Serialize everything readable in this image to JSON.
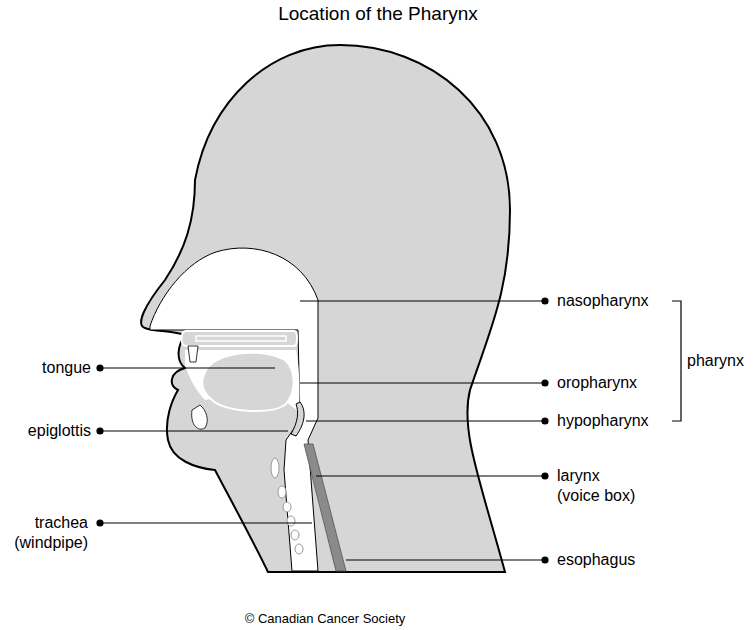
{
  "diagram": {
    "title": "Location of the Pharynx",
    "labels": [
      "nasopharynx",
      "oropharynx",
      "hypopharynx",
      "pharynx",
      "tongue",
      "epiglottis",
      "larynx (voice box)",
      "trachea (windpipe)",
      "esophagus",
      "© Canadian Cancer Society"
    ]
  }
}
